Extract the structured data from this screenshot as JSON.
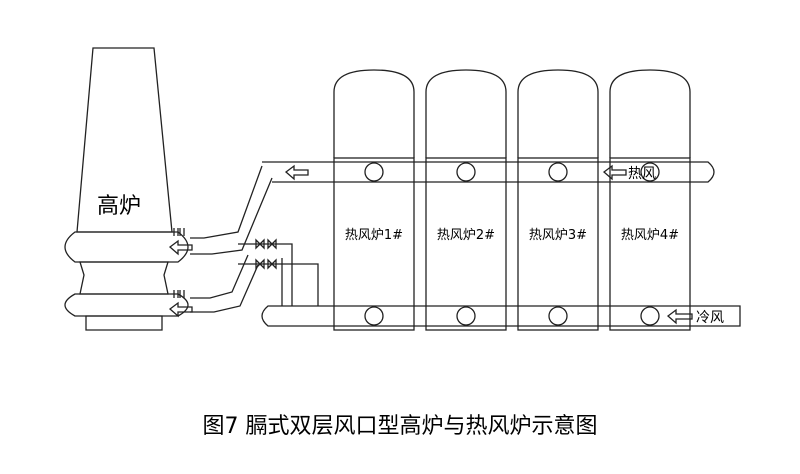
{
  "diagram": {
    "blast_furnace_label": "高炉",
    "stoves": [
      {
        "label": "热风炉1#"
      },
      {
        "label": "热风炉2#"
      },
      {
        "label": "热风炉3#"
      },
      {
        "label": "热风炉4#"
      }
    ],
    "hot_blast_label": "热风",
    "cold_blast_label": "冷风",
    "caption": "图7 膈式双层风口型高炉与热风炉示意图"
  },
  "colors": {
    "line": "#222222",
    "background": "#ffffff"
  }
}
